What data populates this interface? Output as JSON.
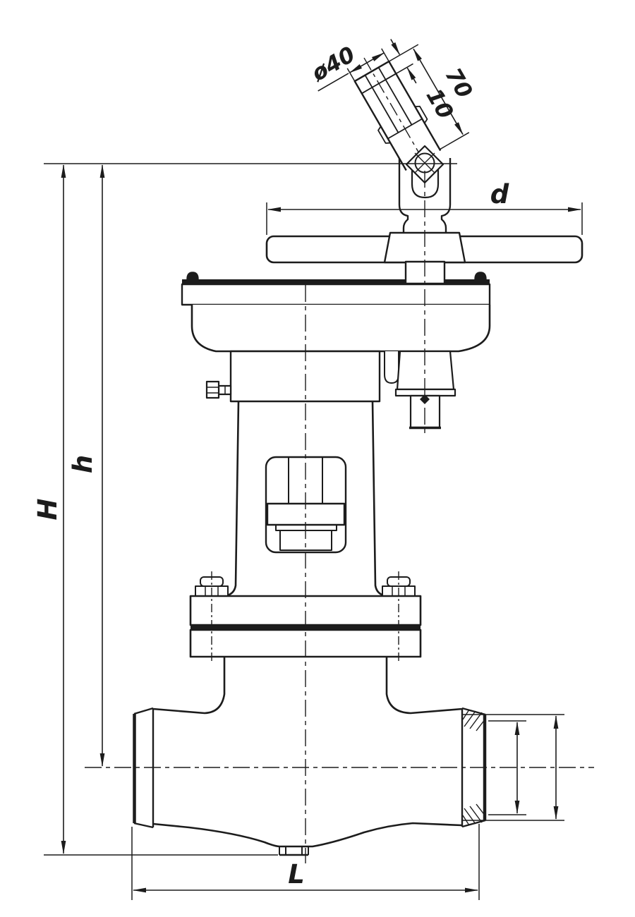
{
  "drawing": {
    "title": "gate-valve-outline-drawing",
    "colors": {
      "line": "#1c1c1c",
      "background": "#ffffff"
    },
    "labels": {
      "overall_height": "H",
      "axis_height": "h",
      "handwheel_diameter": "d",
      "face_to_face_length": "L",
      "stem_square_diameter": "ø40",
      "stem_square_length": "70",
      "stem_square_depth": "10"
    }
  }
}
